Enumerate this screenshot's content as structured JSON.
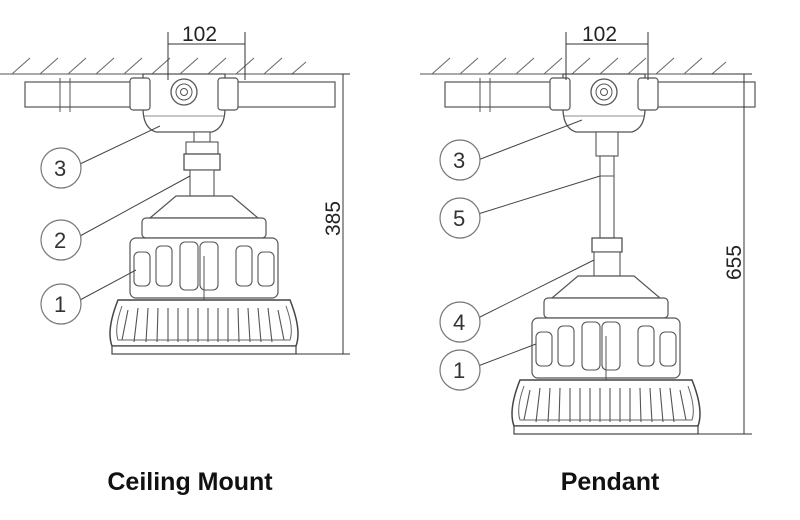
{
  "left": {
    "caption": "Ceiling Mount",
    "width_dim": "102",
    "height_dim": "385",
    "callouts": [
      "3",
      "2",
      "1"
    ]
  },
  "right": {
    "caption": "Pendant",
    "width_dim": "102",
    "height_dim": "655",
    "callouts": [
      "3",
      "5",
      "4",
      "1"
    ]
  }
}
